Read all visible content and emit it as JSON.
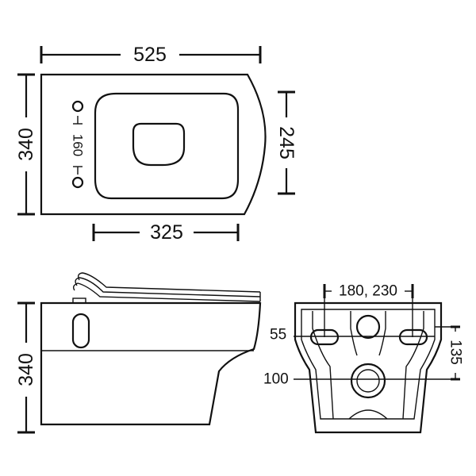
{
  "top_view": {
    "overall_length": "525",
    "overall_width": "340",
    "seat_width": "245",
    "seat_length": "325",
    "fixing_hole_spacing": "160"
  },
  "side_view": {
    "height": "340"
  },
  "rear_view": {
    "fixing_spacing": "180, 230",
    "fixing_hole_height": "135",
    "inlet_diameter": "55",
    "outlet_diameter": "100"
  }
}
